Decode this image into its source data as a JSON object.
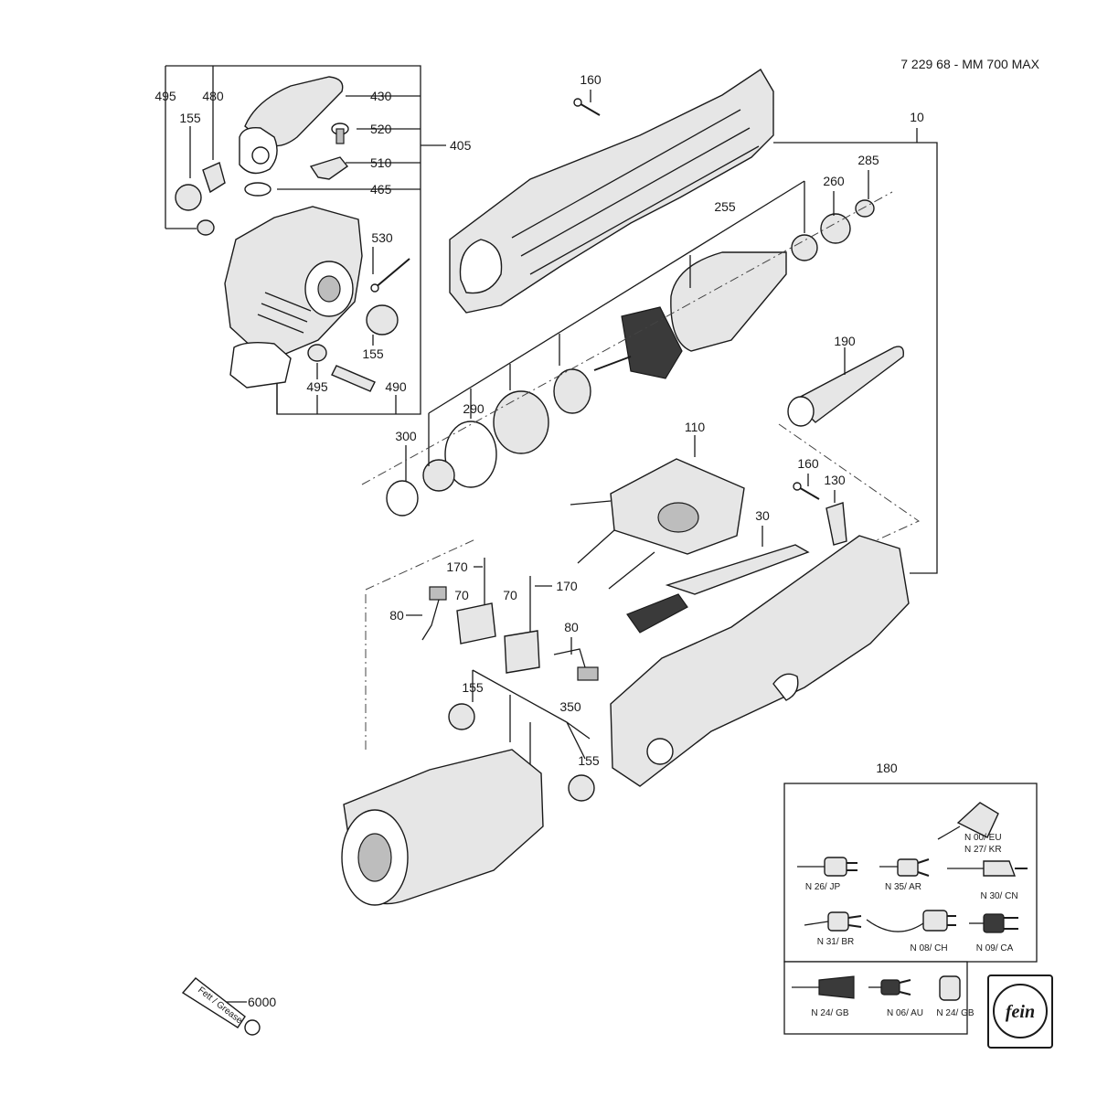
{
  "header": {
    "model": "7 229 68 - MM 700 MAX"
  },
  "brand": {
    "logo_text": "fein"
  },
  "callouts": {
    "c495a": "495",
    "c480": "480",
    "c430": "430",
    "c155a": "155",
    "c520": "520",
    "c510": "510",
    "c405": "405",
    "c465": "465",
    "c530": "530",
    "c155b": "155",
    "c495b": "495",
    "c490": "490",
    "c160a": "160",
    "c10": "10",
    "c285": "285",
    "c260": "260",
    "c255": "255",
    "c190": "190",
    "c300": "300",
    "c290": "290",
    "c110": "110",
    "c160b": "160",
    "c130": "130",
    "c30": "30",
    "c170a": "170",
    "c170b": "170",
    "c80a": "80",
    "c70a": "70",
    "c70b": "70",
    "c80b": "80",
    "c155c": "155",
    "c350": "350",
    "c155d": "155",
    "c6000": "6000",
    "c180": "180"
  },
  "tube": {
    "label": "Fett / Grease"
  },
  "plugs": [
    {
      "code": "N 00/ EU"
    },
    {
      "code": "N 27/ KR"
    },
    {
      "code": "N 26/ JP"
    },
    {
      "code": "N 35/ AR"
    },
    {
      "code": "N 30/ CN"
    },
    {
      "code": "N 31/ BR"
    },
    {
      "code": "N 08/ CH"
    },
    {
      "code": "N 09/ CA"
    },
    {
      "code": "N 24/ GB"
    },
    {
      "code": "N 06/ AU"
    },
    {
      "code": "N 24/ GB"
    }
  ]
}
